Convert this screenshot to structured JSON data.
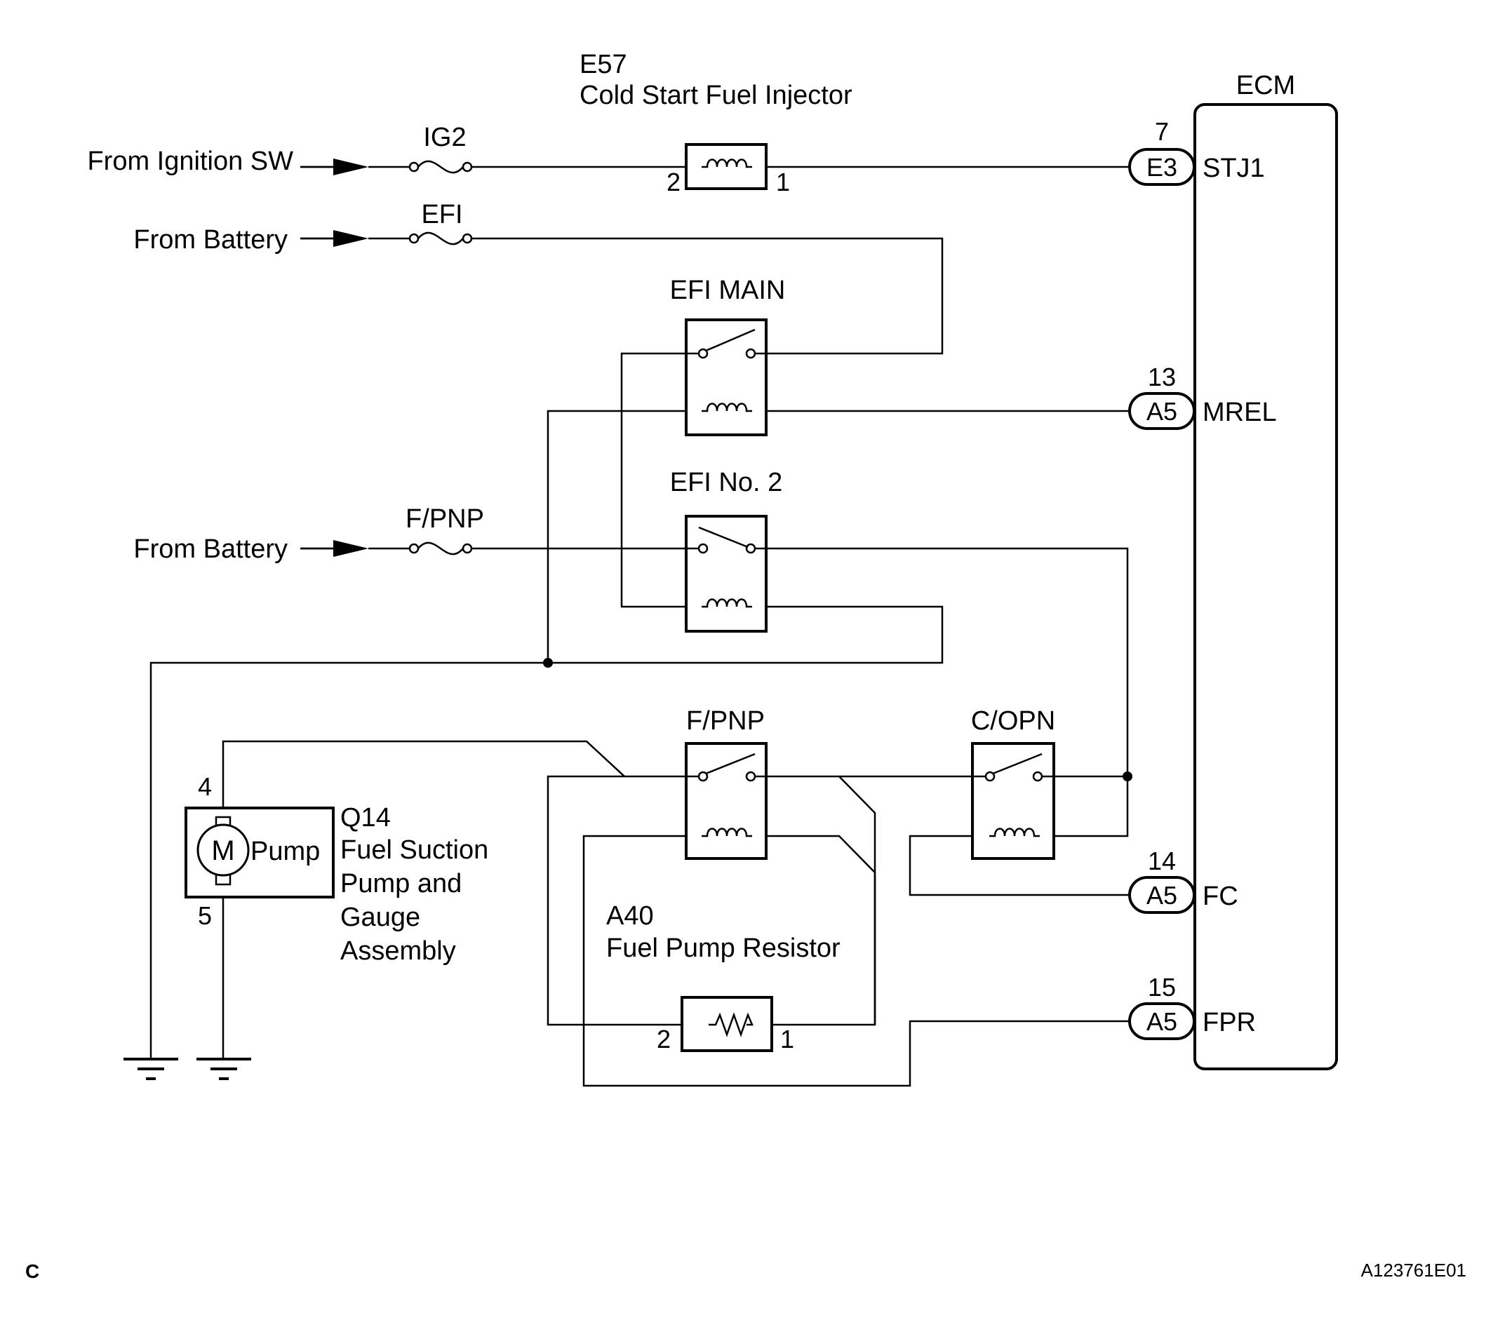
{
  "labels": {
    "from_ignition": "From Ignition SW",
    "from_battery_1": "From Battery",
    "from_battery_2": "From Battery",
    "fuse_ig2": "IG2",
    "fuse_efi": "EFI",
    "fuse_fpnp": "F/PNP",
    "injector_code": "E57",
    "injector_name": "Cold Start Fuel Injector",
    "ecm": "ECM",
    "relay_efi_main": "EFI MAIN",
    "relay_efi_no2": "EFI No. 2",
    "relay_fpnp": "F/PNP",
    "relay_copn": "C/OPN",
    "pump_code": "Q14",
    "pump_name_1": "Fuel Suction",
    "pump_name_2": "Pump and",
    "pump_name_3": "Gauge",
    "pump_name_4": "Assembly",
    "pump_motor": "M",
    "pump_word": "Pump",
    "resistor_code": "A40",
    "resistor_name": "Fuel Pump Resistor",
    "corner_letter": "C",
    "figure_id": "A123761E01"
  },
  "pins": {
    "injector_in": "2",
    "injector_out": "1",
    "pump_top": "4",
    "pump_bottom": "5",
    "resistor_left": "2",
    "resistor_right": "1"
  },
  "ecm_terminals": [
    {
      "number": "7",
      "connector": "E3",
      "name": "STJ1"
    },
    {
      "number": "13",
      "connector": "A5",
      "name": "MREL"
    },
    {
      "number": "14",
      "connector": "A5",
      "name": "FC"
    },
    {
      "number": "15",
      "connector": "A5",
      "name": "FPR"
    }
  ]
}
